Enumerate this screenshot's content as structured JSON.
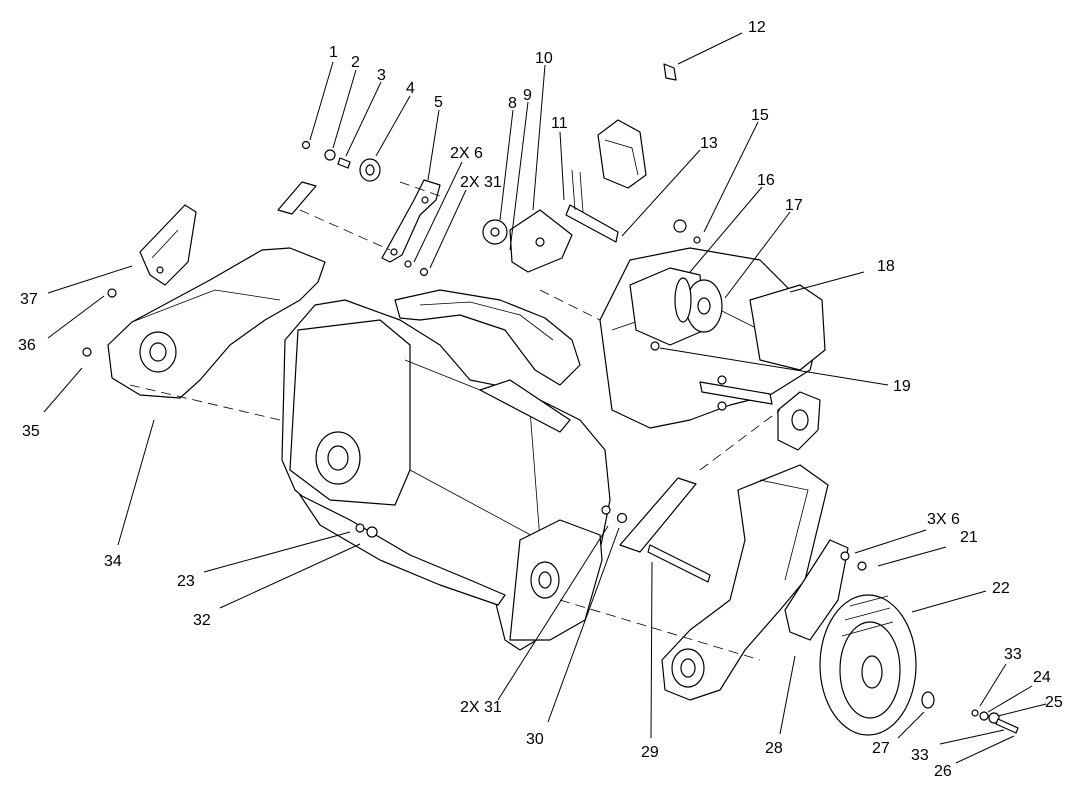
{
  "callouts": [
    {
      "id": "c1",
      "text": "1"
    },
    {
      "id": "c2",
      "text": "2"
    },
    {
      "id": "c3",
      "text": "3"
    },
    {
      "id": "c4",
      "text": "4"
    },
    {
      "id": "c5",
      "text": "5"
    },
    {
      "id": "c2x6a",
      "text": "2X 6"
    },
    {
      "id": "c2x31a",
      "text": "2X 31"
    },
    {
      "id": "c8",
      "text": "8"
    },
    {
      "id": "c9",
      "text": "9"
    },
    {
      "id": "c10",
      "text": "10"
    },
    {
      "id": "c11",
      "text": "11"
    },
    {
      "id": "c12",
      "text": "12"
    },
    {
      "id": "c13",
      "text": "13"
    },
    {
      "id": "c15",
      "text": "15"
    },
    {
      "id": "c16",
      "text": "16"
    },
    {
      "id": "c17",
      "text": "17"
    },
    {
      "id": "c18",
      "text": "18"
    },
    {
      "id": "c19",
      "text": "19"
    },
    {
      "id": "c37",
      "text": "37"
    },
    {
      "id": "c36",
      "text": "36"
    },
    {
      "id": "c35",
      "text": "35"
    },
    {
      "id": "c34",
      "text": "34"
    },
    {
      "id": "c23",
      "text": "23"
    },
    {
      "id": "c32",
      "text": "32"
    },
    {
      "id": "c3x6",
      "text": "3X 6"
    },
    {
      "id": "c21",
      "text": "21"
    },
    {
      "id": "c22",
      "text": "22"
    },
    {
      "id": "c2x31b",
      "text": "2X 31"
    },
    {
      "id": "c30",
      "text": "30"
    },
    {
      "id": "c29",
      "text": "29"
    },
    {
      "id": "c28",
      "text": "28"
    },
    {
      "id": "c27",
      "text": "27"
    },
    {
      "id": "c33a",
      "text": "33"
    },
    {
      "id": "c24",
      "text": "24"
    },
    {
      "id": "c25",
      "text": "25"
    },
    {
      "id": "c33b",
      "text": "33"
    },
    {
      "id": "c26",
      "text": "26"
    }
  ]
}
